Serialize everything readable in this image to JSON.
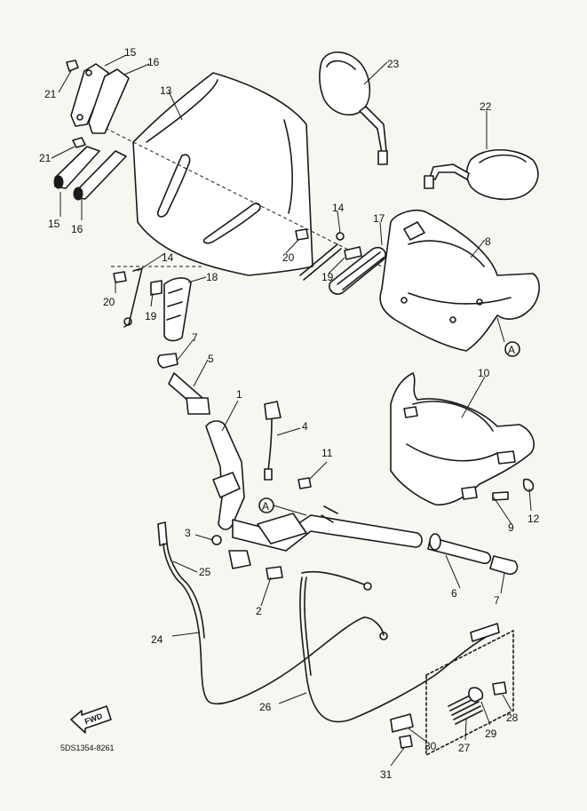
{
  "diagram_code": "5DS1354-8261",
  "fwd_label": "FWD",
  "ref_marker": "A",
  "callouts": {
    "c1": "1",
    "c2": "2",
    "c3": "3",
    "c4": "4",
    "c5": "5",
    "c6": "6",
    "c7a": "7",
    "c7b": "7",
    "c8": "8",
    "c9": "9",
    "c10": "10",
    "c11": "11",
    "c12": "12",
    "c13": "13",
    "c14a": "14",
    "c14b": "14",
    "c15a": "15",
    "c15b": "15",
    "c16a": "16",
    "c16b": "16",
    "c17": "17",
    "c18": "18",
    "c19a": "19",
    "c19b": "19",
    "c20a": "20",
    "c20b": "20",
    "c21a": "21",
    "c21b": "21",
    "c22": "22",
    "c23": "23",
    "c24": "24",
    "c25": "25",
    "c26": "26",
    "c27": "27",
    "c28": "28",
    "c29": "29",
    "c30": "30",
    "c31": "31"
  }
}
